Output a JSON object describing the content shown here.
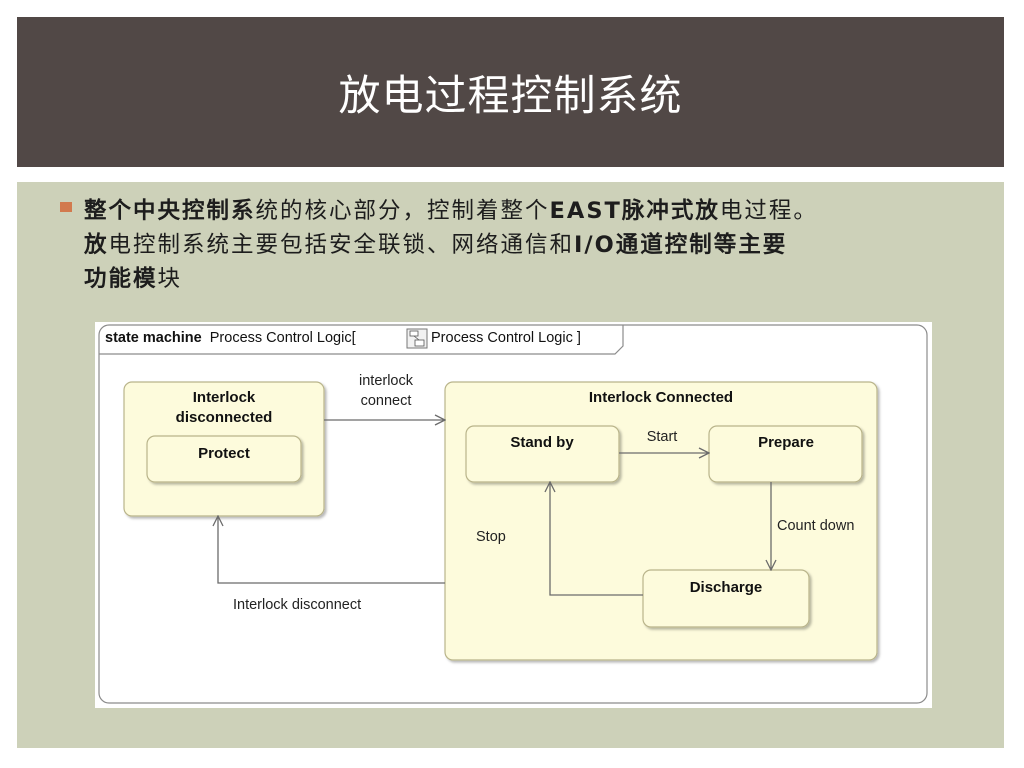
{
  "slide": {
    "title": "放电过程控制系统",
    "bullet": {
      "parts": [
        {
          "text": "整个中央控制系",
          "bold": true
        },
        {
          "text": "统的核心部分，控制着整个",
          "bold": false
        },
        {
          "text": "EAST脉冲式放",
          "bold": true
        },
        {
          "text": "电过程。",
          "bold": false
        },
        {
          "text": "放",
          "bold": true
        },
        {
          "text": "电控制系统主要包括安全联锁、网络通信和",
          "bold": false
        },
        {
          "text": "I/O通道控制等主要",
          "bold": true
        },
        {
          "text": "功能模",
          "bold": true
        },
        {
          "text": "块",
          "bold": false
        }
      ],
      "bullet_color": "#d27a4e"
    }
  },
  "diagram": {
    "frame_header": {
      "keyword": "state machine",
      "name": "Process Control Logic",
      "bracket_open": "[",
      "ref_name": "Process Control Logic",
      "bracket_close": "]"
    },
    "states": {
      "interlock_disconnected": {
        "label_line1": "Interlock",
        "label_line2": "disconnected"
      },
      "protect": {
        "label": "Protect"
      },
      "interlock_connected": {
        "label": "Interlock Connected"
      },
      "stand_by": {
        "label": "Stand by"
      },
      "prepare": {
        "label": "Prepare"
      },
      "discharge": {
        "label": "Discharge"
      }
    },
    "transitions": {
      "interlock_connect": {
        "line1": "interlock",
        "line2": "connect"
      },
      "start": {
        "label": "Start"
      },
      "count_down": {
        "label": "Count down"
      },
      "stop": {
        "label": "Stop"
      },
      "interlock_disconnect": {
        "label": "Interlock disconnect"
      }
    },
    "colors": {
      "state_fill": "#fdfbdc",
      "state_stroke": "#b9b48a",
      "line": "#6b6b6b"
    }
  }
}
